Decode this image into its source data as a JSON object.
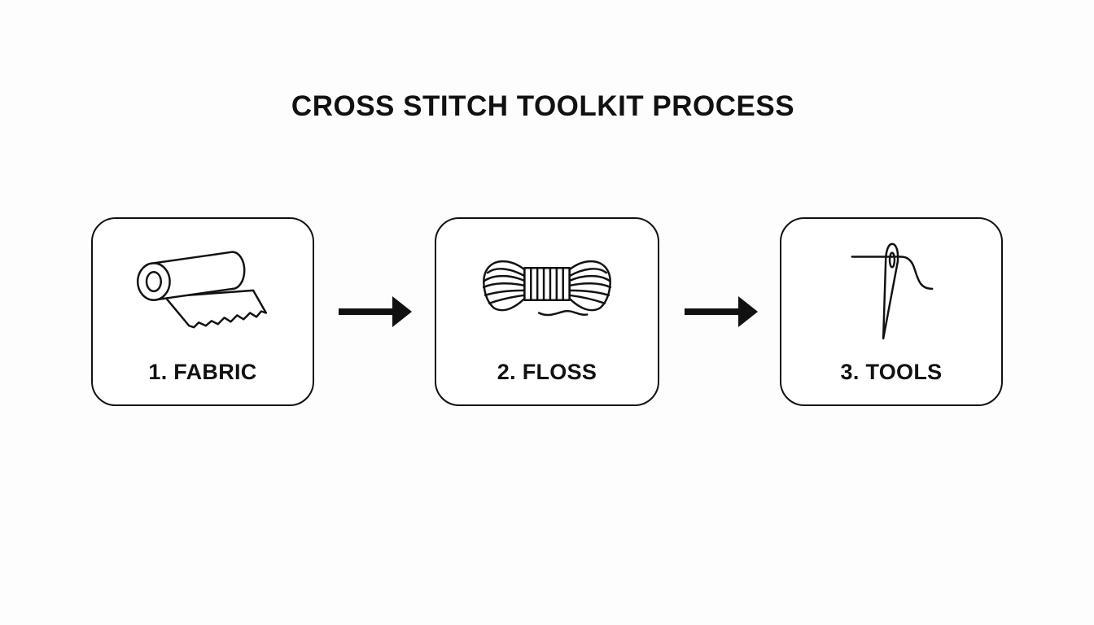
{
  "diagram": {
    "title": "CROSS STITCH TOOLKIT PROCESS",
    "steps": [
      {
        "label": "1. FABRIC",
        "icon": "fabric-roll-icon"
      },
      {
        "label": "2. FLOSS",
        "icon": "floss-skein-icon"
      },
      {
        "label": "3. TOOLS",
        "icon": "needle-thread-icon"
      }
    ],
    "connectors": [
      {
        "from": "1. FABRIC",
        "to": "2. FLOSS",
        "icon": "arrow-right-icon"
      },
      {
        "from": "2. FLOSS",
        "to": "3. TOOLS",
        "icon": "arrow-right-icon"
      }
    ],
    "colors": {
      "background": "#fdfdfd",
      "stroke": "#111111",
      "box_fill": "#ffffff"
    }
  }
}
